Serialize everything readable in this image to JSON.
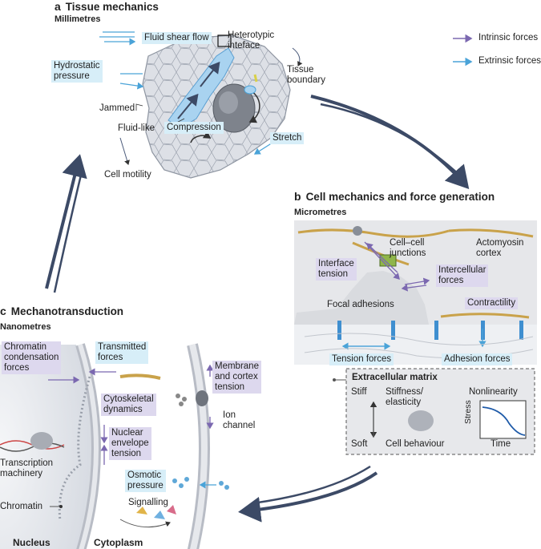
{
  "panels": {
    "a": {
      "letter": "a",
      "title": "Tissue mechanics",
      "scale": "Millimetres"
    },
    "b": {
      "letter": "b",
      "title": "Cell mechanics and force generation",
      "scale": "Micrometres"
    },
    "c": {
      "letter": "c",
      "title": "Mechanotransduction",
      "scale": "Nanometres"
    }
  },
  "legend": {
    "intrinsic": "Intrinsic forces",
    "extrinsic": "Extrinsic forces"
  },
  "tissue": {
    "fluid_shear": "Fluid shear flow",
    "heterotypic_1": "Heterotypic",
    "heterotypic_2": "inteface",
    "hydrostatic_1": "Hydrostatic",
    "hydrostatic_2": "pressure",
    "tissue_boundary_1": "Tissue",
    "tissue_boundary_2": "boundary",
    "jammed": "Jammed",
    "fluid_like": "Fluid-like",
    "compression": "Compression",
    "stretch": "Stretch",
    "cell_motility": "Cell motility"
  },
  "cell": {
    "cell_junctions_1": "Cell–cell",
    "cell_junctions_2": "junctions",
    "actomyosin_1": "Actomyosin",
    "actomyosin_2": "cortex",
    "interface_tension_1": "Interface",
    "interface_tension_2": "tension",
    "intercellular_1": "Intercellular",
    "intercellular_2": "forces",
    "focal_adhesions": "Focal adhesions",
    "contractility": "Contractility",
    "tension_forces": "Tension forces",
    "adhesion_forces": "Adhesion forces",
    "ecm_title": "Extracellular matrix",
    "stiff": "Stiff",
    "soft": "Soft",
    "stiffness_1": "Stiffness/",
    "stiffness_2": "elasticity",
    "cell_behaviour": "Cell behaviour",
    "nonlinearity": "Nonlinearity",
    "stress": "Stress",
    "time": "Time"
  },
  "mechano": {
    "chromatin_cond_1": "Chromatin",
    "chromatin_cond_2": "condensation",
    "chromatin_cond_3": "forces",
    "transmitted_1": "Transmitted",
    "transmitted_2": "forces",
    "membrane_1": "Membrane",
    "membrane_2": "and cortex",
    "membrane_3": "tension",
    "cytoskeletal_1": "Cytoskeletal",
    "cytoskeletal_2": "dynamics",
    "ion_1": "Ion",
    "ion_2": "channel",
    "nuclear_1": "Nuclear",
    "nuclear_2": "envelope",
    "nuclear_3": "tension",
    "transcription_1": "Transcription",
    "transcription_2": "machinery",
    "osmotic_1": "Osmotic",
    "osmotic_2": "pressure",
    "signalling": "Signalling",
    "chromatin": "Chromatin",
    "nucleus": "Nucleus",
    "cytoplasm": "Cytoplasm"
  },
  "colors": {
    "intrinsic": "#7b68b0",
    "extrinsic": "#4aa3d8",
    "blue_box": "#d7eef8",
    "purple_box": "#ddd8ee",
    "cycle_arrow": "#3c4a66"
  }
}
